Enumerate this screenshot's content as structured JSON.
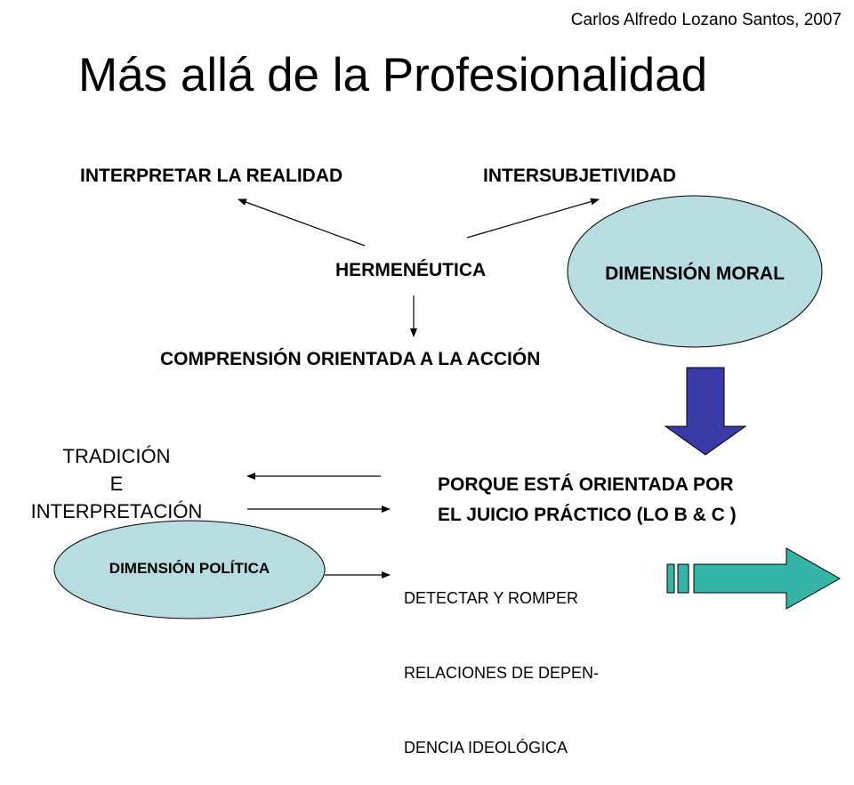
{
  "author": "Carlos Alfredo  Lozano Santos, 2007",
  "title": "Más allá de la Profesionalidad",
  "nodes": {
    "interpretar": "INTERPRETAR LA REALIDAD",
    "intersubjetividad": "INTERSUBJETIVIDAD",
    "hermeneutica": "HERMENÉUTICA",
    "dimension_moral": "DIMENSIÓN MORAL",
    "comprension": "COMPRENSIÓN ORIENTADA A LA ACCIÓN",
    "tradicion": [
      "TRADICIÓN",
      "E",
      "INTERPRETACIÓN"
    ],
    "porque": [
      "PORQUE ESTÁ ORIENTADA POR",
      "EL JUICIO PRÁCTICO (LO B & C )"
    ],
    "dimension_politica": "DIMENSIÓN POLÍTICA",
    "detectar": [
      "DETECTAR Y ROMPER",
      "RELACIONES DE DEPEN-",
      "DENCIA IDEOLÓGICA"
    ]
  },
  "colors": {
    "ellipse_fill": "#b7dde0",
    "down_arrow_fill": "#3a3aa8",
    "right_arrow_fill": "#35b5a8"
  }
}
